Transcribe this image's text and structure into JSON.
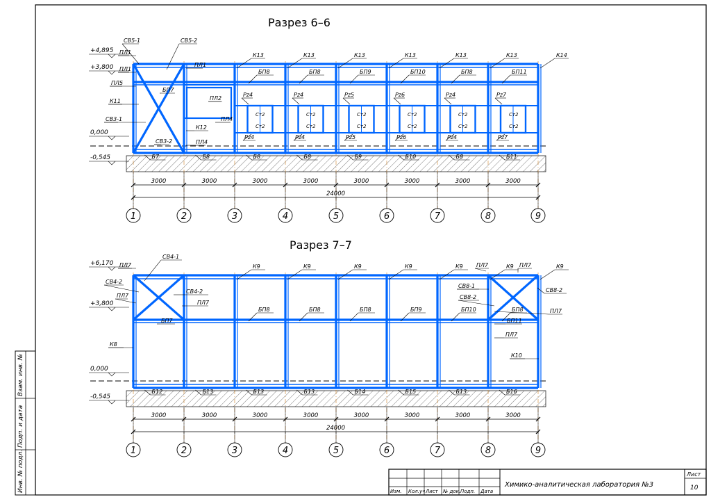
{
  "sections": [
    {
      "title": "Разрез 6–6",
      "levels": [
        "+4,895",
        "+3,800",
        "0,000",
        "-0,545"
      ],
      "left_labels": [
        "СВ5-1",
        "СВ5-2",
        "ПЛ1",
        "ПЛ1",
        "ПЛ5",
        "К11",
        "СВ3-1",
        "ПЛ1",
        "К12",
        "СВ3-2",
        "ПЛ4",
        "ПЛ4",
        "ПЛ2",
        "БП7"
      ],
      "column_labels": [
        "К13",
        "К13",
        "К13",
        "К13",
        "К13",
        "К13",
        "К14"
      ],
      "beam_labels": [
        "БП8",
        "БП8",
        "БП9",
        "БП10",
        "БП8",
        "БП11"
      ],
      "window_labels": [
        "Рz4",
        "Рz4",
        "Рz5",
        "Рz6",
        "Рz4",
        "Рz7"
      ],
      "stand_labels": [
        "Ст2",
        "Ст2",
        "Ст2",
        "Ст2",
        "Ст2",
        "Ст2"
      ],
      "sill_labels": [
        "Рz4",
        "Рz4",
        "Рz5",
        "Рz6",
        "Рz4",
        "Рz7"
      ],
      "foundation_labels": [
        "Б7",
        "Б8",
        "Б8",
        "Б8",
        "Б9",
        "Б10",
        "Б8",
        "Б11"
      ],
      "spans": [
        "3000",
        "3000",
        "3000",
        "3000",
        "3000",
        "3000",
        "3000",
        "3000"
      ],
      "total": "24000",
      "axes": [
        "1",
        "2",
        "3",
        "4",
        "5",
        "6",
        "7",
        "8",
        "9"
      ]
    },
    {
      "title": "Разрез 7–7",
      "levels": [
        "+6,170",
        "+3,800",
        "0,000",
        "-0,545"
      ],
      "left_labels": [
        "СВ4-1",
        "СВ4-2",
        "ПЛ7",
        "СВ4-2",
        "ПЛ7",
        "ПЛ7",
        "БП7",
        "К8"
      ],
      "right_labels": [
        "ПЛ7",
        "ПЛ7",
        "СВ8-1",
        "СВ8-2",
        "СВ8-2",
        "ПЛ7",
        "БП11",
        "ПЛ7",
        "К10"
      ],
      "column_labels": [
        "К9",
        "К9",
        "К9",
        "К9",
        "К9",
        "К9",
        "К9"
      ],
      "beam_labels": [
        "БП8",
        "БП8",
        "БП8",
        "БП9",
        "БП10",
        "БП8"
      ],
      "foundation_labels": [
        "Б12",
        "Б13",
        "Б13",
        "Б13",
        "Б14",
        "Б15",
        "Б13",
        "Б16"
      ],
      "spans": [
        "3000",
        "3000",
        "3000",
        "3000",
        "3000",
        "3000",
        "3000",
        "3000"
      ],
      "total": "24000",
      "axes": [
        "1",
        "2",
        "3",
        "4",
        "5",
        "6",
        "7",
        "8",
        "9"
      ]
    }
  ],
  "side_stamp": [
    "Взам. инв. №",
    "Подп. и дата",
    "Инв. № подл."
  ],
  "title_block": {
    "columns": [
      "Изм.",
      "Кол.уч",
      "Лист",
      "№ док.",
      "Подп.",
      "Дата"
    ],
    "project": "Химико-аналитическая лаборатория №3",
    "sheet_label": "Лист",
    "sheet_number": "10"
  },
  "colors": {
    "frame": "#0066ff",
    "lines": "#000000",
    "hatch": "#333333"
  }
}
